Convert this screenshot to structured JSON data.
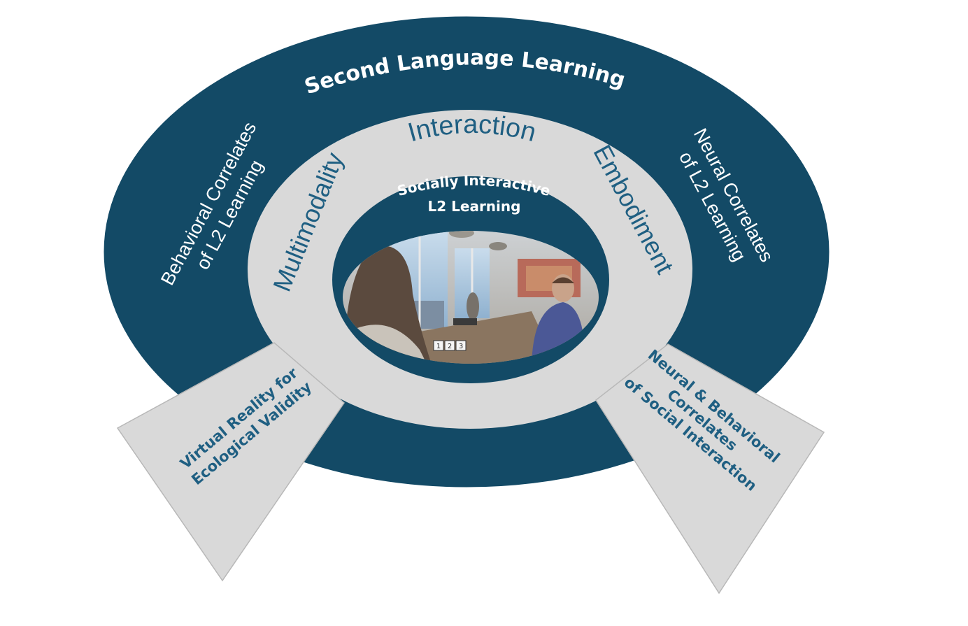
{
  "diagram": {
    "outer_ring": {
      "title": "Second Language Learning",
      "left_label": [
        "Behavioral Correlates",
        "of L2 Learning"
      ],
      "right_label": [
        "Neural Correlates",
        "of L2 Learning"
      ]
    },
    "middle_ring": {
      "top": "Interaction",
      "left": "Multimodality",
      "right": "Embodiment"
    },
    "core": {
      "title": [
        "Socially Interactive",
        "L2 Learning"
      ],
      "scene": {
        "description": "virtual-reality-room-with-two-avatars",
        "card_numbers": [
          "1",
          "2",
          "3"
        ]
      }
    },
    "left_arrow": {
      "label": [
        "Virtual Reality for",
        "Ecological Validity"
      ]
    },
    "right_arrow": {
      "label": [
        "Neural & Behavioral",
        "Correlates",
        "of Social Interaction"
      ]
    },
    "colors": {
      "navy": "#134a66",
      "light_gray": "#d9d9d9",
      "white": "#ffffff",
      "text_blue": "#1f5f82"
    }
  }
}
